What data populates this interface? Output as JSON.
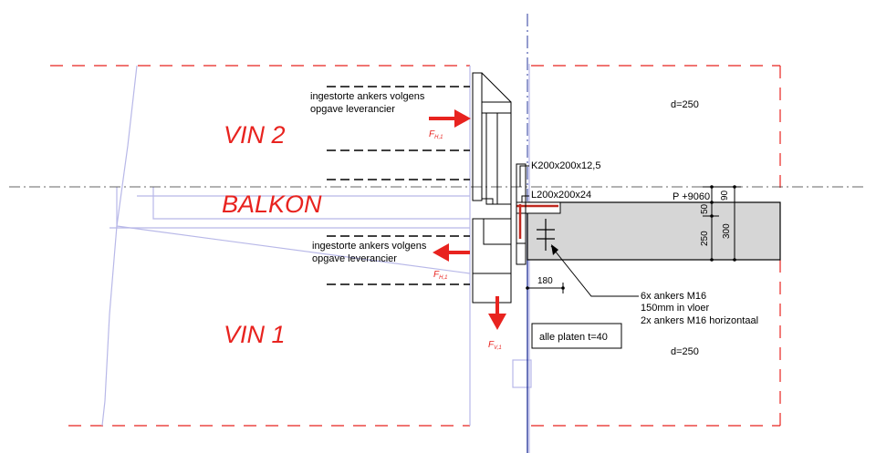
{
  "zones": {
    "vin2": "VIN 2",
    "balkon": "BALKON",
    "vin1": "VIN 1"
  },
  "notes": {
    "anchors_top_line1": "ingestorte ankers volgens",
    "anchors_top_line2": "opgave leverancier",
    "anchors_bottom_line1": "ingestorte ankers volgens",
    "anchors_bottom_line2": "opgave leverancier",
    "profile_k": "K200x200x12,5",
    "profile_l": "L200x200x24",
    "anchor_spec_line1": "6x ankers M16",
    "anchor_spec_line2": "150mm in vloer",
    "anchor_spec_line3": "2x ankers M16 horizontaal",
    "plates": "alle platen t=40"
  },
  "levels": {
    "d_top": "d=250",
    "d_bottom": "d=250",
    "floor_level": "P +9060"
  },
  "dimensions": {
    "d90": "90",
    "d50": "50",
    "d250": "250",
    "d300": "300",
    "d180": "180"
  },
  "forces": {
    "fh_top_main": "F",
    "fh_top_sub": "H,1",
    "fh_bottom_main": "F",
    "fh_bottom_sub": "H,1",
    "fv_main": "F",
    "fv_sub": "V,1"
  },
  "colors": {
    "red": "#e8231f",
    "blue": "#2a3a9c",
    "lavender": "#b8b8e8",
    "slab": "#d6d6d6"
  }
}
